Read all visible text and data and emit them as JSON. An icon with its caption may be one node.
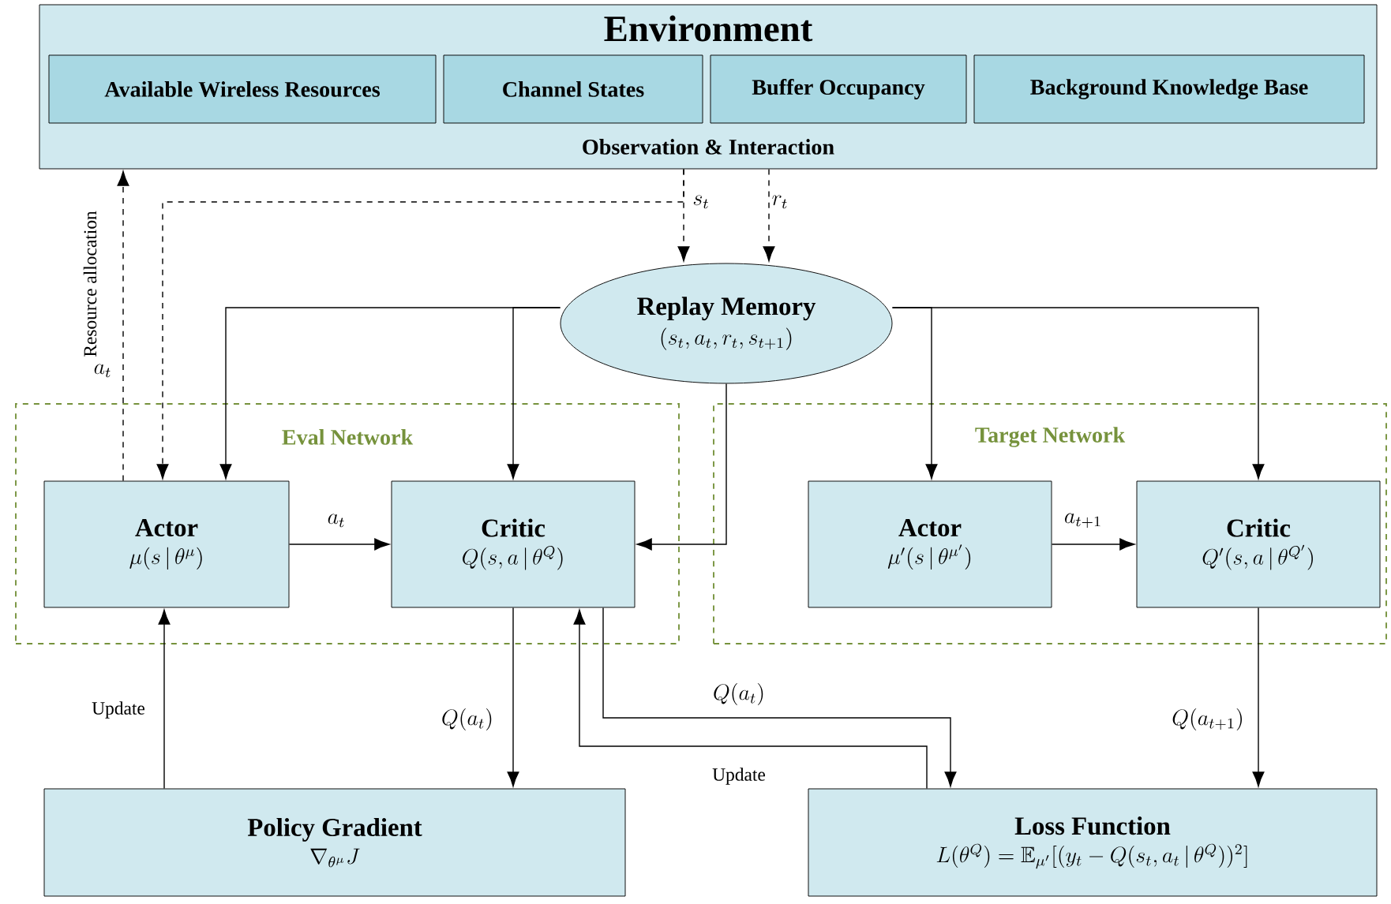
{
  "diagram": {
    "nodes": [
      {
        "text": [
          "Environment",
          "Observation & Interaction"
        ]
      },
      {
        "text": [
          "Available Wireless Resources"
        ],
        "in": 0
      },
      {
        "text": [
          "Channel States"
        ],
        "in": 0
      },
      {
        "text": [
          "Buffer Occupancy"
        ],
        "in": 0
      },
      {
        "text": [
          "Background Knowledge Base"
        ],
        "in": 0
      },
      {
        "text": [
          "Replay Memory",
          "(s_t, a_t, r_t, s_{t+1})"
        ]
      },
      {
        "text": [
          "Eval Network"
        ]
      },
      {
        "text": [
          "Actor",
          "\\mu(s\\,|\\,\\theta^{\\mu})"
        ],
        "in": 6
      },
      {
        "text": [
          "Critic",
          "Q(s,a\\,|\\,\\theta^{Q})"
        ],
        "in": 6
      },
      {
        "text": [
          "Target Network"
        ]
      },
      {
        "text": [
          "Actor",
          "\\mu'(s\\,|\\,\\theta^{\\mu'})"
        ],
        "in": 9
      },
      {
        "text": [
          "Critic",
          "Q'(s,a\\,|\\,\\theta^{Q'})"
        ],
        "in": 9
      },
      {
        "text": [
          "Policy Gradient",
          "\\nabla_{\\theta^{\\mu}} J"
        ]
      },
      {
        "text": [
          "Loss Function",
          "L(\\theta^{Q})=\\mathbb{E}_{\\mu'}[(y_t-Q(s_t,a_t\\,|\\,\\theta^{Q}))^2]"
        ]
      }
    ],
    "edges": [
      {
        "from": 7,
        "to": 0,
        "arrow": "to",
        "style": "dashed",
        "label": "Resource allocation"
      },
      {
        "from": 0,
        "to": 5,
        "arrow": "to",
        "style": "dashed",
        "label": "s_t"
      },
      {
        "from": 0,
        "to": 7,
        "arrow": "to",
        "style": "dashed"
      },
      {
        "from": 0,
        "to": 5,
        "arrow": "to",
        "style": "dashed",
        "label": "r_t"
      },
      {
        "from": 5,
        "to": 7,
        "arrow": "to"
      },
      {
        "from": 5,
        "to": 8,
        "arrow": "to"
      },
      {
        "from": 5,
        "to": 8,
        "arrow": "to"
      },
      {
        "from": 5,
        "to": 10,
        "arrow": "to"
      },
      {
        "from": 5,
        "to": 11,
        "arrow": "to"
      },
      {
        "from": 7,
        "to": 8,
        "arrow": "to",
        "label": "a_t"
      },
      {
        "from": 10,
        "to": 11,
        "arrow": "to",
        "label": "a_{t+1}"
      },
      {
        "from": 8,
        "to": 12,
        "arrow": "to",
        "label": "Q(a_t)"
      },
      {
        "from": 8,
        "to": 13,
        "arrow": "to",
        "label": "Q(a_t)"
      },
      {
        "from": 13,
        "to": 8,
        "arrow": "to",
        "label": "Update"
      },
      {
        "from": 11,
        "to": 13,
        "arrow": "to",
        "label": "Q(a_{t+1})"
      },
      {
        "from": 12,
        "to": 7,
        "arrow": "to",
        "label": "Update"
      }
    ],
    "labels": [
      "a_t"
    ]
  }
}
